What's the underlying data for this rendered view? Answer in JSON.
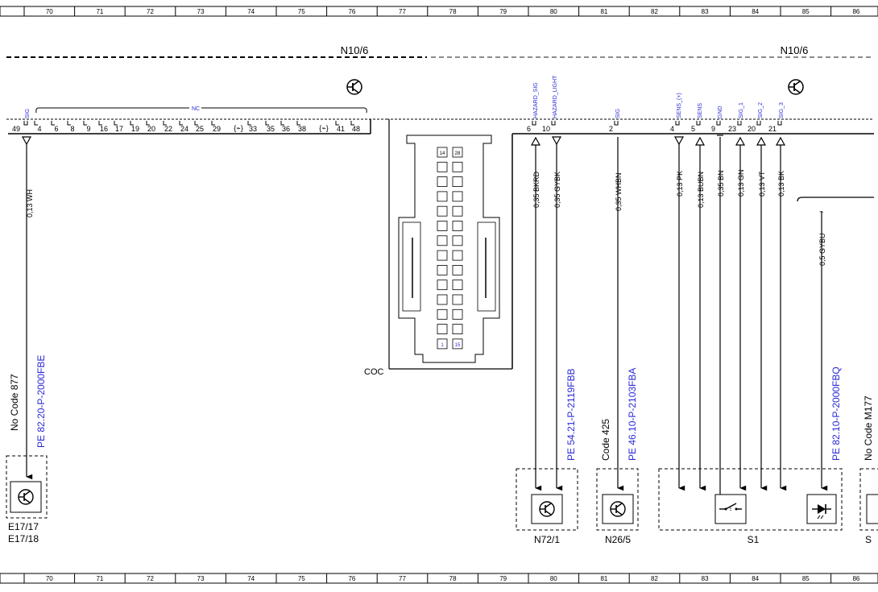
{
  "ruler": {
    "columns": [
      "70",
      "71",
      "72",
      "73",
      "74",
      "75",
      "76",
      "77",
      "78",
      "79",
      "80",
      "81",
      "82",
      "83",
      "84",
      "85",
      "86"
    ]
  },
  "control_unit": {
    "name_left": "N10/6",
    "name_right": "N10/6"
  },
  "connector_left": {
    "pin_49": "49",
    "pin_49_signal": "SIG",
    "nc_label": "NC",
    "pins": [
      "4",
      "6",
      "8",
      "9",
      "16",
      "17",
      "19",
      "20",
      "22",
      "24",
      "25",
      "29",
      "33",
      "35",
      "36",
      "38",
      "41",
      "48"
    ]
  },
  "connector_right": {
    "pins": [
      {
        "pin": "6",
        "signal": "HAZARD_SIG"
      },
      {
        "pin": "10",
        "signal": "HAZARD_LIGHT"
      },
      {
        "pin": "2",
        "signal": "SIG"
      },
      {
        "pin": "4",
        "signal": "SENS_(+)"
      },
      {
        "pin": "5",
        "signal": "SENS"
      },
      {
        "pin": "9",
        "signal": "GND"
      },
      {
        "pin": "23",
        "signal": "SIG_1"
      },
      {
        "pin": "20",
        "signal": "SIG_2"
      },
      {
        "pin": "21",
        "signal": "SIG_3"
      }
    ]
  },
  "connector_view": {
    "label": "COC",
    "pin_top_left": "14",
    "pin_top_right": "28",
    "pin_bottom_left": "1",
    "pin_bottom_right": "15"
  },
  "wires": [
    {
      "label": "0,13 WH"
    },
    {
      "label": "0,35 BKRD"
    },
    {
      "label": "0,35 GYBK"
    },
    {
      "label": "0,35 WHBN"
    },
    {
      "label": "0,13 PK"
    },
    {
      "label": "0,13 BUBN"
    },
    {
      "label": "0,35 BN"
    },
    {
      "label": "0,13 GN"
    },
    {
      "label": "0,13 VT"
    },
    {
      "label": "0,13 BK"
    },
    {
      "label": "0,5 GYBU"
    }
  ],
  "references": {
    "no_code_877": "No Code 877",
    "pe_e17": "PE 82.20-P-2000FBE",
    "pe_n72": "PE 54.21-P-2119FBB",
    "code_425": "Code 425",
    "pe_n26": "PE 46.10-P-2103FBA",
    "pe_s1": "PE 82.10-P-2000FBQ",
    "no_code_m177": "No Code M177"
  },
  "components": {
    "e17_a": "E17/17",
    "e17_b": "E17/18",
    "n72": "N72/1",
    "n26": "N26/5",
    "s1": "S1",
    "s_partial": "S"
  },
  "colors": {
    "line": "#000000",
    "ref_blue": "#2a2ad6",
    "dash_gray": "#555555"
  }
}
